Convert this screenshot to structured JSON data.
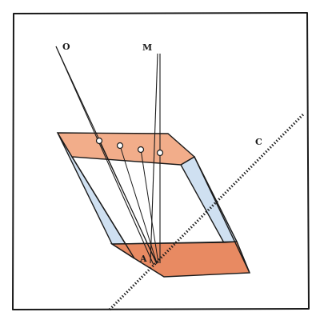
{
  "labels": {
    "o": "O",
    "m": "M",
    "c": "C",
    "a": "A"
  },
  "colors": {
    "frame": "#1a1a1a",
    "top_face": "#f2ad8a",
    "bottom_face": "#e88a62",
    "side_glass": "#cfe0f1",
    "ink": "#1a1a1a"
  }
}
